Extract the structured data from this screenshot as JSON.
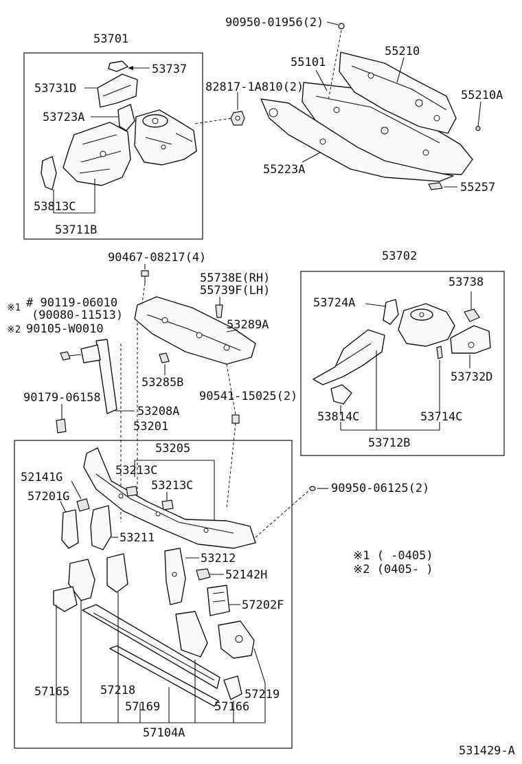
{
  "labels": {
    "l53701": "53701",
    "l53737": "53737",
    "l53731D": "53731D",
    "l53723A": "53723A",
    "l53813C": "53813C",
    "l53711B": "53711B",
    "l90950_01956": "90950-01956(2)",
    "l55101": "55101",
    "l55210": "55210",
    "l82817": "82817-1A810(2)",
    "l55210A": "55210A",
    "l55223A": "55223A",
    "l55257": "55257",
    "l90467": "90467-08217(4)",
    "l55738E": "55738E(RH)",
    "l55739F": "55739F(LH)",
    "l90119_mark": "※1",
    "l90119": "# 90119-06010",
    "l90080": "(90080-11513)",
    "l90105_mark": "※2",
    "l90105": "90105-W0010",
    "l53289A": "53289A",
    "l53285B": "53285B",
    "l90179": "90179-06158",
    "l53208A": "53208A",
    "l90541": "90541-15025(2)",
    "l53201": "53201",
    "l53702": "53702",
    "l53738": "53738",
    "l53724A": "53724A",
    "l53732D": "53732D",
    "l53814C": "53814C",
    "l53714C": "53714C",
    "l53712B": "53712B",
    "l53205": "53205",
    "l53213C_1": "53213C",
    "l53213C_2": "53213C",
    "l52141G": "52141G",
    "l57201G": "57201G",
    "l90950_06125": "90950-06125(2)",
    "l53211": "53211",
    "l53212": "53212",
    "l52142H": "52142H",
    "l57202F": "57202F",
    "l57165": "57165",
    "l57218": "57218",
    "l57169": "57169",
    "l57219": "57219",
    "l57166": "57166",
    "l57104A": "57104A",
    "note1": "※1 (     -0405)",
    "note2": "※2 (0405-     )",
    "drawing_no": "531429-A"
  }
}
